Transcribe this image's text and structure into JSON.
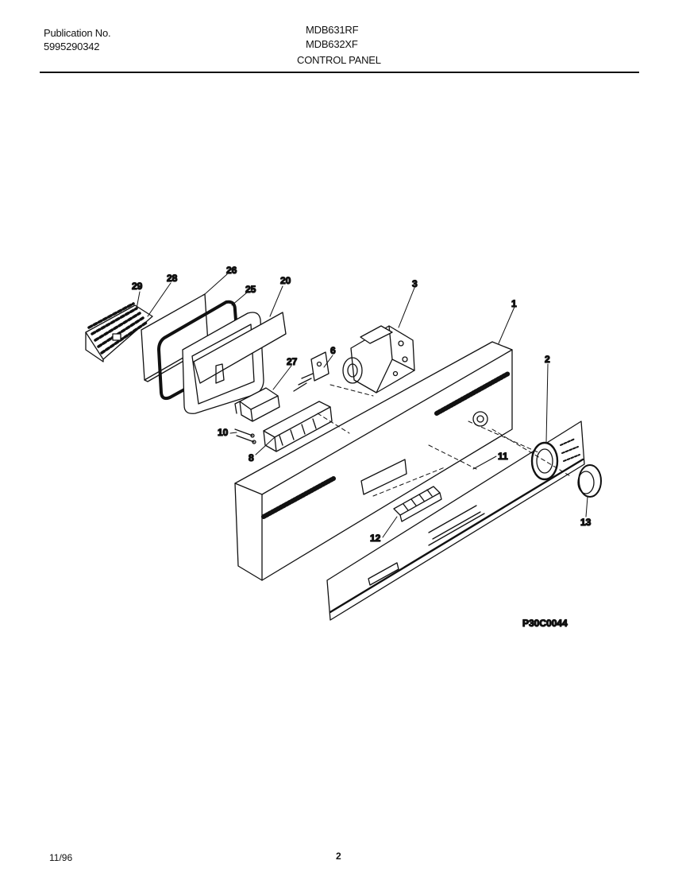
{
  "header": {
    "publication_label": "Publication No.",
    "publication_number": "5995290342",
    "models": [
      "MDB631RF",
      "MDB632XF"
    ],
    "section_title": "CONTROL PANEL"
  },
  "diagram": {
    "callouts": [
      "29",
      "28",
      "26",
      "25",
      "20",
      "3",
      "1",
      "27",
      "6",
      "2",
      "10",
      "8",
      "11",
      "12",
      "13"
    ],
    "figure_code": "P30C0044"
  },
  "footer": {
    "date": "11/96",
    "page": "2"
  }
}
